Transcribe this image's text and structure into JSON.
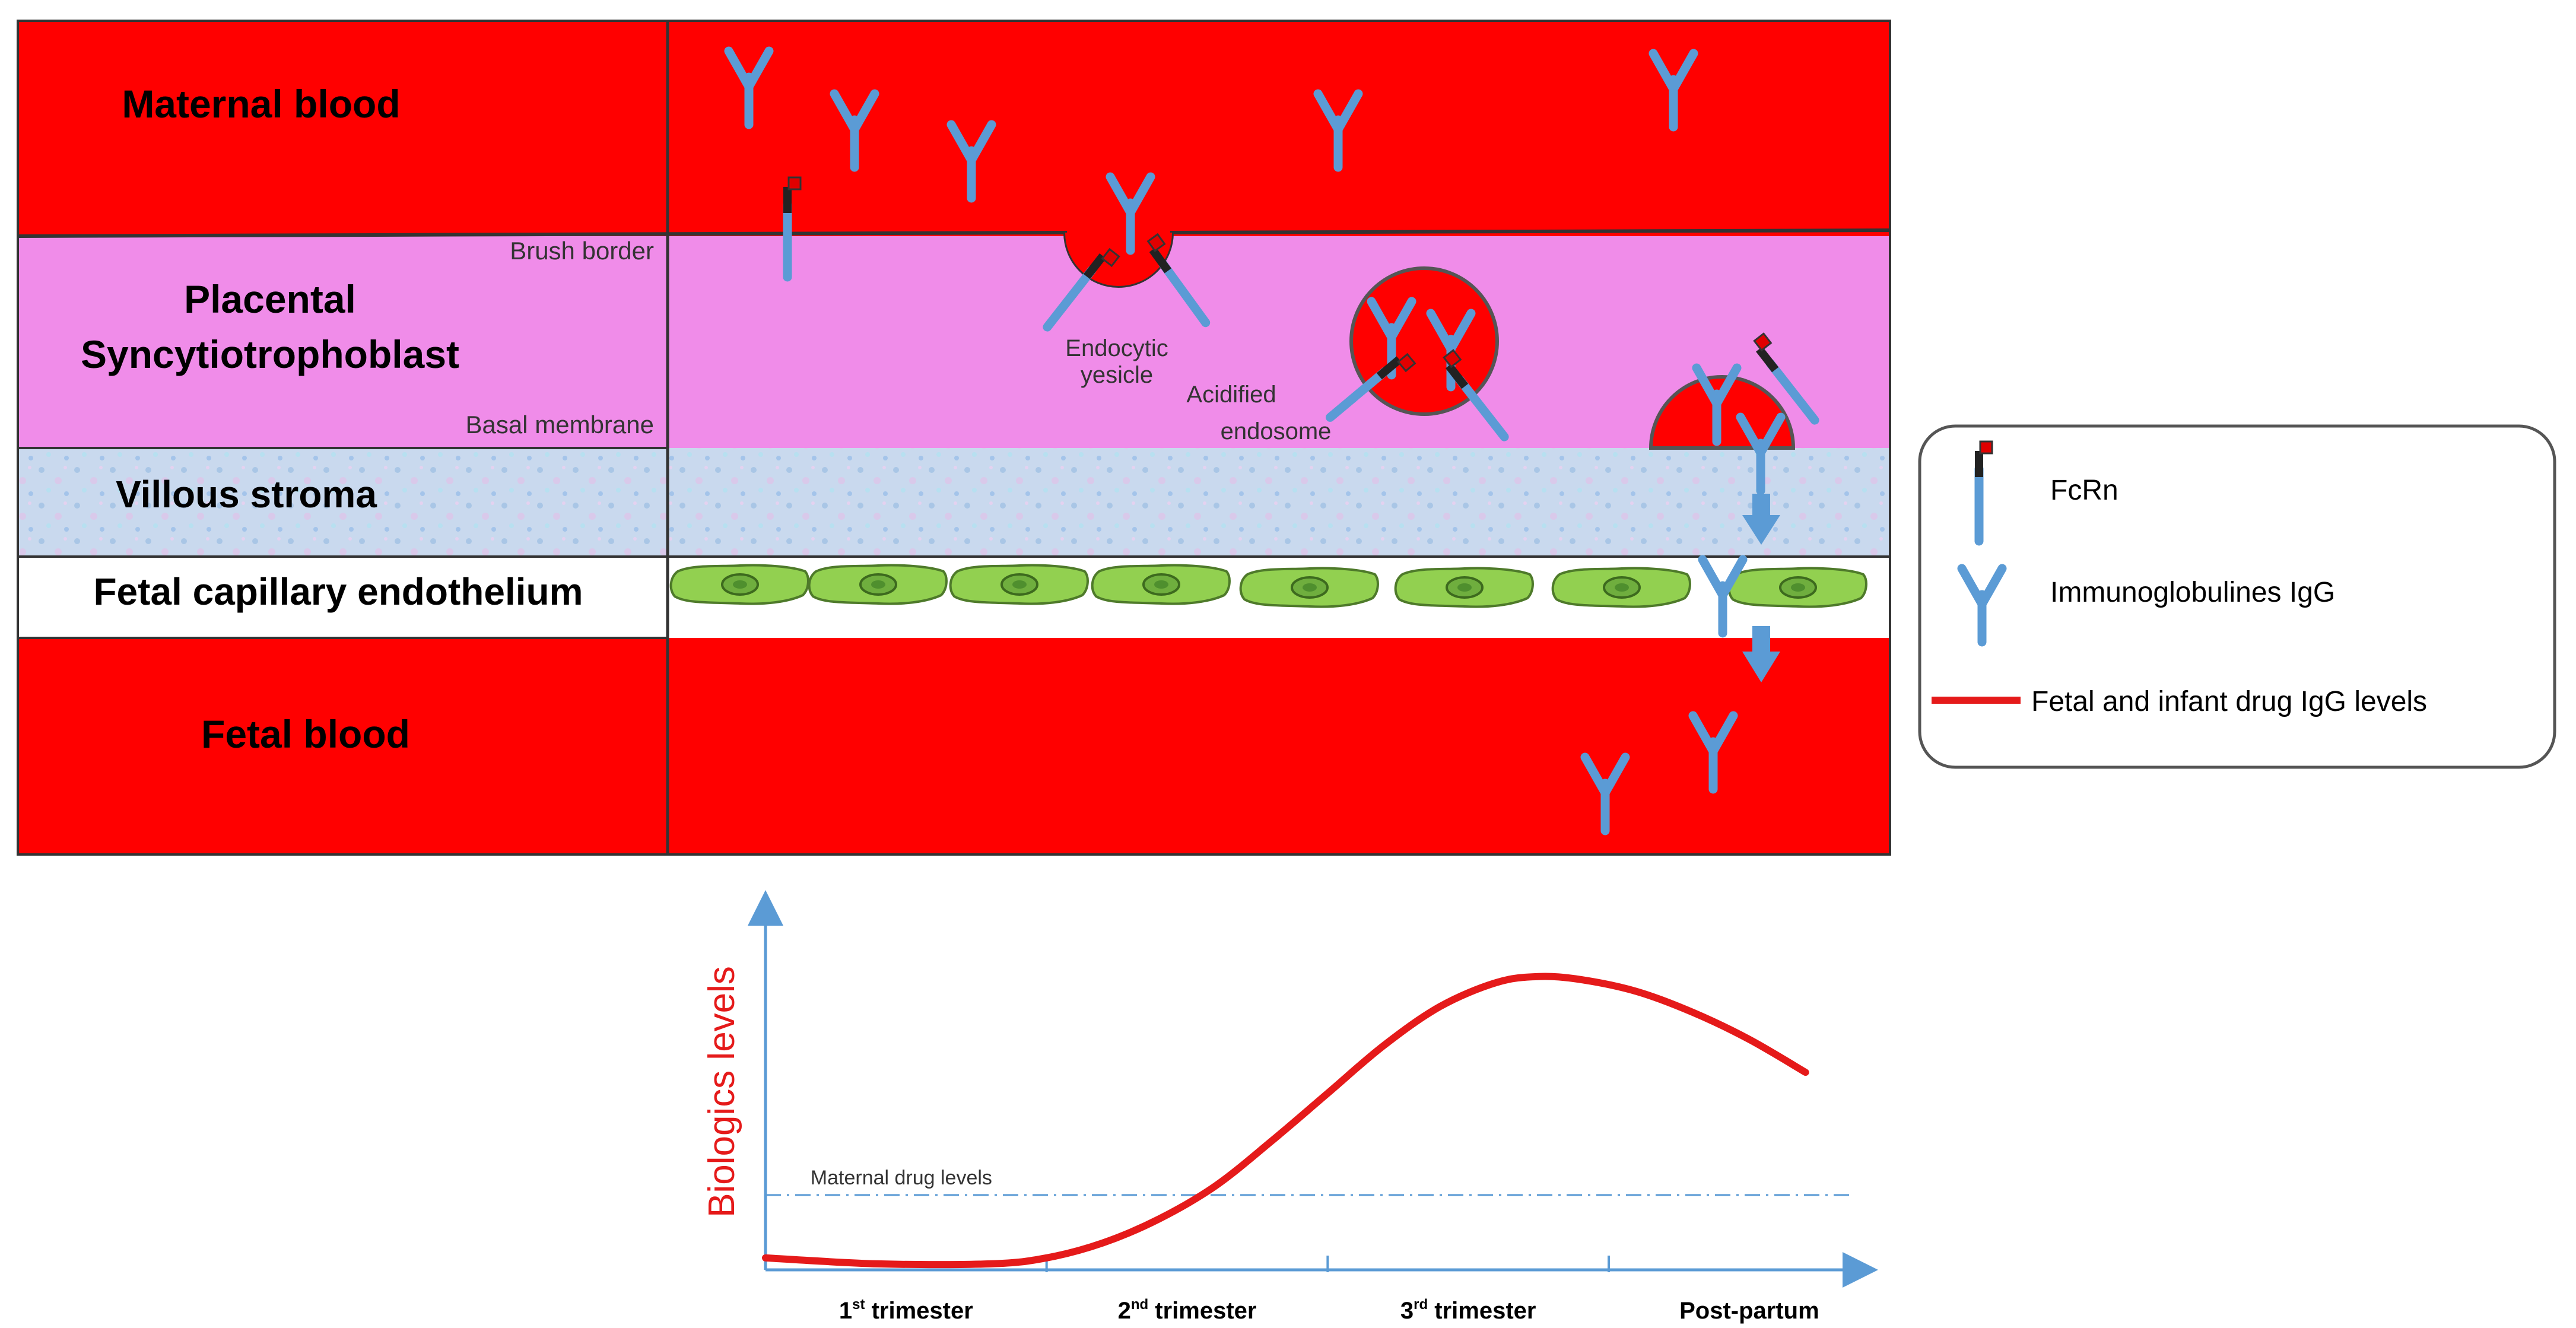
{
  "layers": {
    "maternal_blood": "Maternal blood",
    "placental_line1": "Placental",
    "placental_line2": "Syncytiotrophoblast",
    "brush_border": "Brush border",
    "basal_membrane": "Basal membrane",
    "villous_stroma": "Villous stroma",
    "fetal_capillary": "Fetal capillary endothelium",
    "fetal_blood": "Fetal blood"
  },
  "annotations": {
    "endocytic_line1": "Endocytic",
    "endocytic_line2": "yesicle",
    "acidified_line1": "Acidified",
    "acidified_line2": "endosome"
  },
  "legend": {
    "fcrn": "FcRn",
    "igg": "Immunoglobulines IgG",
    "levels": "Fetal and infant drug IgG levels"
  },
  "colors": {
    "blood": "#ff0000",
    "syncytio": "#f08ce9",
    "stroma": "#c7d8ec",
    "cell": "#92d050",
    "antibody": "#5b9bd5",
    "axis": "#5b9bd5",
    "curve": "#e51a1a"
  },
  "chart_data": {
    "type": "line",
    "ylabel": "Biologics levels",
    "xlabel": "",
    "categories": [
      "1st trimester",
      "2nd trimester",
      "3rd trimester",
      "Post-partum"
    ],
    "category_labels": [
      {
        "base": "1",
        "sup": "st",
        "rest": " trimester"
      },
      {
        "base": "2",
        "sup": "nd",
        "rest": " trimester"
      },
      {
        "base": "3",
        "sup": "rd",
        "rest": " trimester"
      },
      {
        "base": "Post-partum",
        "sup": "",
        "rest": ""
      }
    ],
    "reference_line": {
      "label": "Maternal drug levels",
      "value": 0.25
    },
    "series": [
      {
        "x": [
          0.0,
          0.4,
          0.8,
          1.0,
          1.2,
          1.4,
          1.6,
          1.8,
          2.0,
          2.2,
          2.4,
          2.6,
          2.75,
          2.9,
          3.1,
          3.3,
          3.5,
          3.7
        ],
        "values": [
          0.04,
          0.02,
          0.02,
          0.04,
          0.09,
          0.17,
          0.28,
          0.43,
          0.59,
          0.75,
          0.88,
          0.96,
          0.98,
          0.97,
          0.93,
          0.86,
          0.77,
          0.66
        ]
      }
    ],
    "xlim": [
      0,
      3.8
    ],
    "ylim": [
      0,
      1.15
    ],
    "grid": false
  }
}
